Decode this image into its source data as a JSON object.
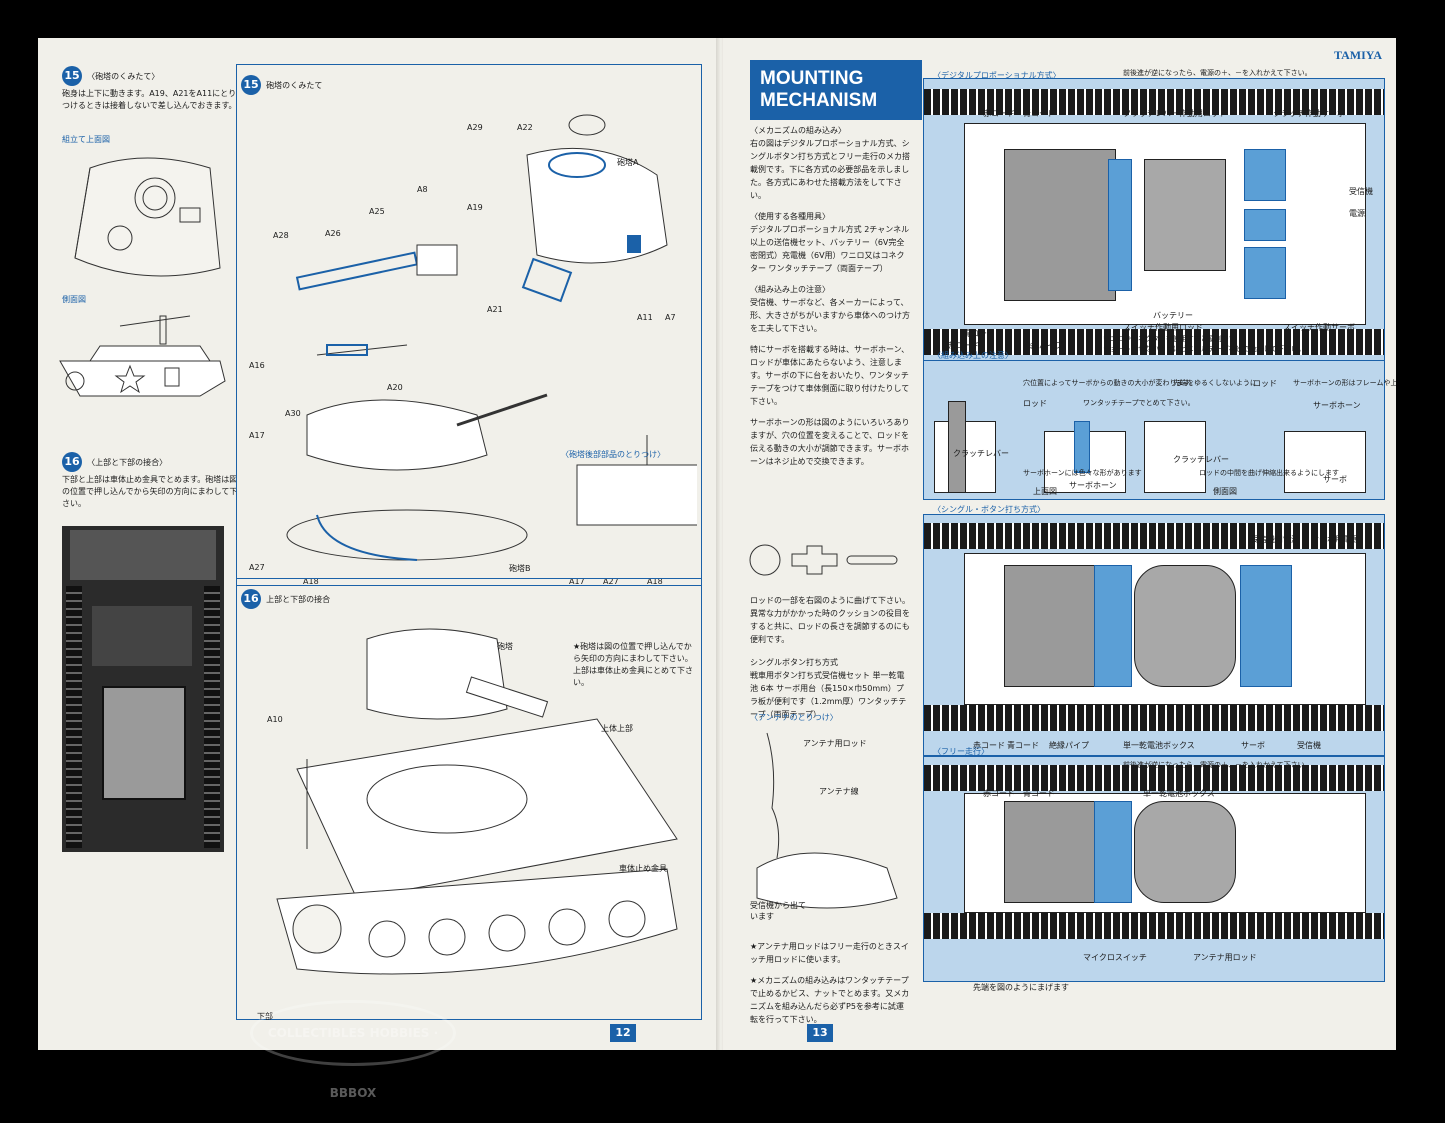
{
  "left": {
    "step15_small": {
      "number": "15",
      "title": "〈砲塔のくみたて〉",
      "text": "砲身は上下に動きます。A19、A21をA11にとりつけるときは接着しないで差し込んでおきます。"
    },
    "top_view_label": "組立て上面図",
    "side_view_label": "側面図",
    "step16_small": {
      "number": "16",
      "title": "〈上部と下部の接合〉",
      "text": "下部と上部は車体止め金具でとめます。砲塔は図の位置で押し込んでから矢印の方向にまわして下さい。"
    },
    "step15_big": {
      "number": "15",
      "title": "砲塔のくみたて"
    },
    "step16_big": {
      "number": "16",
      "title": "上部と下部の接合"
    },
    "parts_top": [
      "A29",
      "A22",
      "砲塔A",
      "A8",
      "A19",
      "A25",
      "A26",
      "A28",
      "A21",
      "A11",
      "A7"
    ],
    "parts_mid": [
      "A16",
      "A20",
      "A30",
      "A17",
      "A27",
      "A18",
      "砲塔B"
    ],
    "rear_parts": {
      "title": "〈砲塔後部部品のとりつけ〉",
      "labels": [
        "A17",
        "A27",
        "A18"
      ]
    },
    "assembly_labels": [
      "砲塔",
      "A10",
      "上体上部",
      "車体止め金具",
      "下部"
    ],
    "note": "★砲塔は図の位置で押し込んでから矢印の方向にまわして下さい。上部は車体止め金具にとめて下さい。",
    "page_number": "12"
  },
  "right": {
    "brand": "TAMIYA",
    "title_line1": "MOUNTING",
    "title_line2": "MECHANISM",
    "intro_heading": "〈メカニズムの組み込み〉",
    "intro": "右の図はデジタルプロポーショナル方式、シングルボタン打ち方式とフリー走行のメカ搭載例です。下に各方式の必要部品を示しました。各方式にあわせた搭載方法をして下さい。",
    "equipment_heading": "〈使用する各種用具〉",
    "equipment": "デジタルプロポーショナル方式 2チャンネル以上の送信機セット、バッテリー（6V完全密閉式）充電機（6V用）ワニロ又はコネクター ワンタッチテープ（両面テープ）",
    "caution_heading": "〈組み込み上の注意〉",
    "caution": "受信機、サーボなど、各メーカーによって、形、大きさがちがいますから車体へのつけ方を工夫して下さい。",
    "servo_note": "特にサーボを搭載する時は、サーボホーン、ロッドが車体にあたらないよう、注意します。サーボの下に台をおいたり、ワンタッチテープをつけて車体側面に取り付けたりして下さい。",
    "horn_note": "サーボホーンの形は図のようにいろいろありますが、穴の位置を変えることで、ロッドを伝える動きの大小が調節できます。サーボホーンはネジ止めで交換できます。",
    "rod_note": "ロッドの一部を右図のように曲げて下さい。異常な力がかかった時のクッションの役目をすると共に、ロッドの長さを調節するのにも便利です。",
    "single_heading": "シングルボタン打ち方式",
    "single_list": "戦車用ボタン打ち式受信機セット 単一乾電池 6本 サーボ用台（長150×巾50mm）プラ板が便利です（1.2mm厚）ワンタッチテープ（両面テープ）",
    "antenna_heading": "〈アンテナのとりつけ〉",
    "antenna_labels": [
      "アンテナ用ロッド",
      "アンテナ線",
      "受信機から出ています"
    ],
    "antenna_note": "★アンテナ用ロッドはフリー走行のときスイッチ用ロッドに使います。",
    "mech_note": "★メカニズムの組み込みはワンタッチテープで止めるかビス、ナットでとめます。又メカニズムを組み込んだら必ずP5を参考に試運転を行って下さい。",
    "diagram1": {
      "title": "〈デジタルプロポーショナル方式〉",
      "labels": [
        "前後進が逆になったら、電源の＋、－を入れかえて下さい。",
        "赤コード",
        "青コード",
        "クラッチレバー作動用ロッド",
        "クラッチ作動サーボ",
        "受信機",
        "電源",
        "青コード",
        "赤コード",
        "絶縁パイプ",
        "バッテリー",
        "スイッチ作動用ロッド",
        "ワニロやコネクターを使用すると便利です",
        "ショートさせないようにビニールテープなどで絶縁して下さい。",
        "スイッチ作動サーボ"
      ]
    },
    "diagram2": {
      "title": "〈組み込み上の注意〉",
      "labels": [
        "穴位置によってサーボからの動きの大小が変わります。",
        "ロッド",
        "ワンタッチテープでとめて下さい。",
        "先端をゆるくしないように",
        "ロッド",
        "サーボホーンの形はフレームや上部にあたらない様に",
        "サーボホーン",
        "クラッチレバー",
        "サーボホーンには色々な形があります",
        "サーボホーン",
        "上面図",
        "クラッチレバー",
        "ロッドの中間を曲げ伸縮出来るようにします",
        "側面図",
        "サーボ"
      ]
    },
    "diagram3": {
      "title": "〈シングル・ボタン打ち方式〉",
      "labels": [
        "受信機用電源",
        "サーボ用電源",
        "赤コード",
        "青コード",
        "絶縁パイプ",
        "単一乾電池ボックス",
        "サーボ",
        "受信機"
      ]
    },
    "diagram4": {
      "title": "〈フリー走行〉",
      "labels": [
        "前後進が逆になったら、電源の＋、－を入れかえて下さい。",
        "赤コード",
        "青コード",
        "単一乾電池ボックス",
        "マイクロスイッチ",
        "アンテナ用ロッド",
        "先端を図のようにまげます"
      ]
    },
    "page_number": "13"
  },
  "watermark": "COLLECTIBLES HOBBIES · BBBOX"
}
